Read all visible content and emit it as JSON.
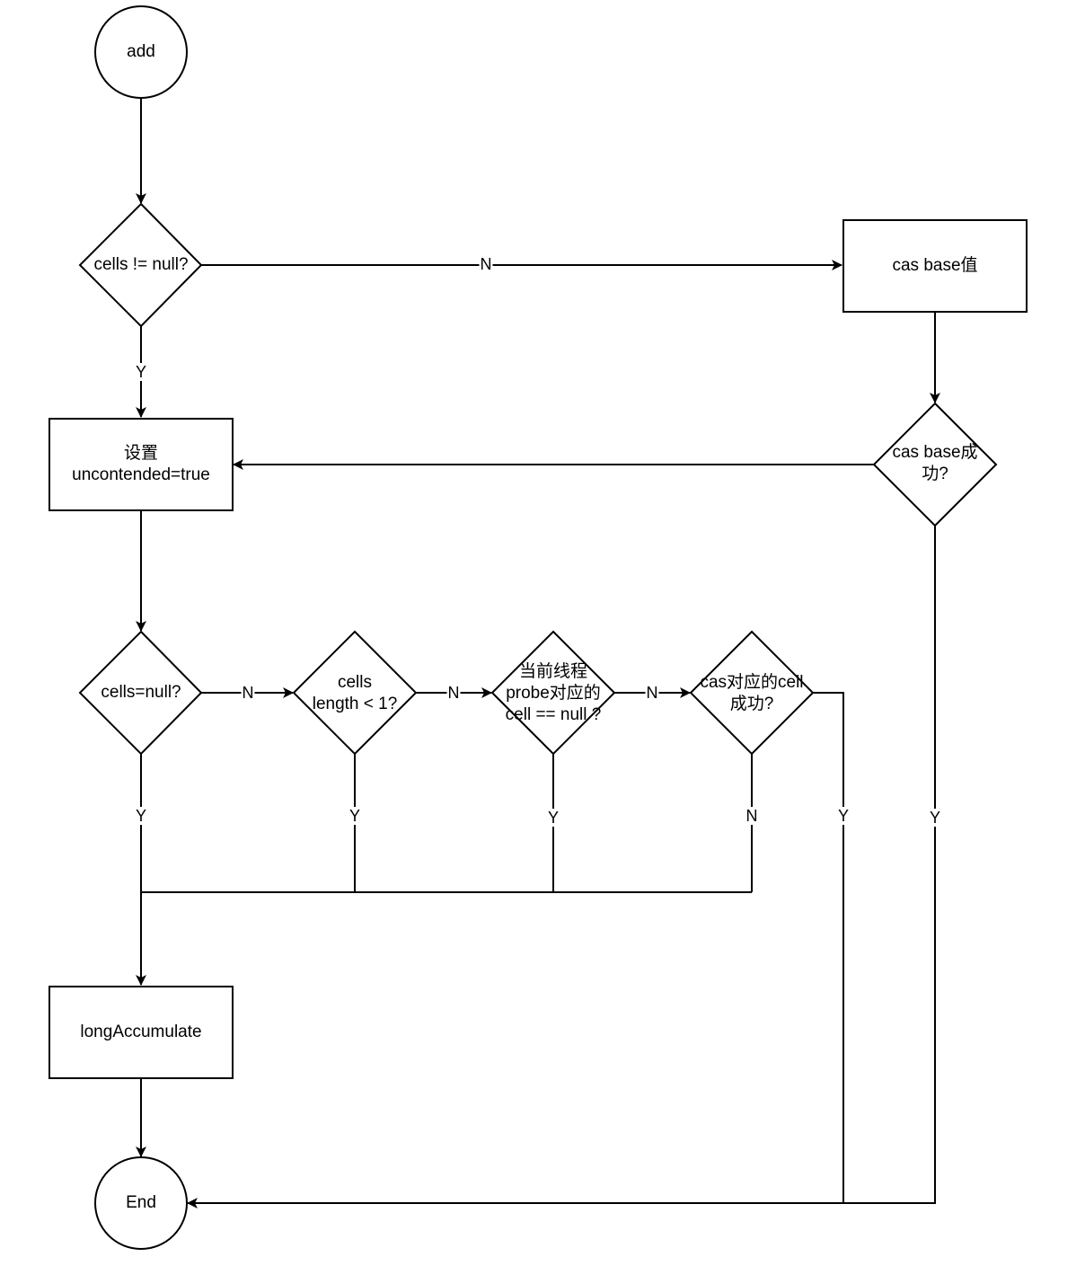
{
  "nodes": {
    "add": "add",
    "cells_not_null": "cells != null?",
    "cas_base_value": "cas base值",
    "set_uncontended": "设置\nuncontended=true",
    "cas_base_success": "cas base成\n功?",
    "cells_null": "cells=null?",
    "cells_length": "cells\nlength < 1?",
    "probe_cell_null": "当前线程\nprobe对应的\ncell == null ?",
    "cas_cell_success": "cas对应的cell\n成功?",
    "long_accumulate": "longAccumulate",
    "end": "End"
  },
  "edge_labels": {
    "cells_not_null_no": "N",
    "cells_not_null_yes": "Y",
    "cells_null_no": "N",
    "cells_length_no": "N",
    "probe_cell_null_no": "N",
    "cells_null_yes": "Y",
    "cells_length_yes": "Y",
    "probe_cell_null_yes": "Y",
    "cas_cell_no": "N",
    "cas_cell_yes": "Y",
    "cas_base_yes": "Y"
  }
}
